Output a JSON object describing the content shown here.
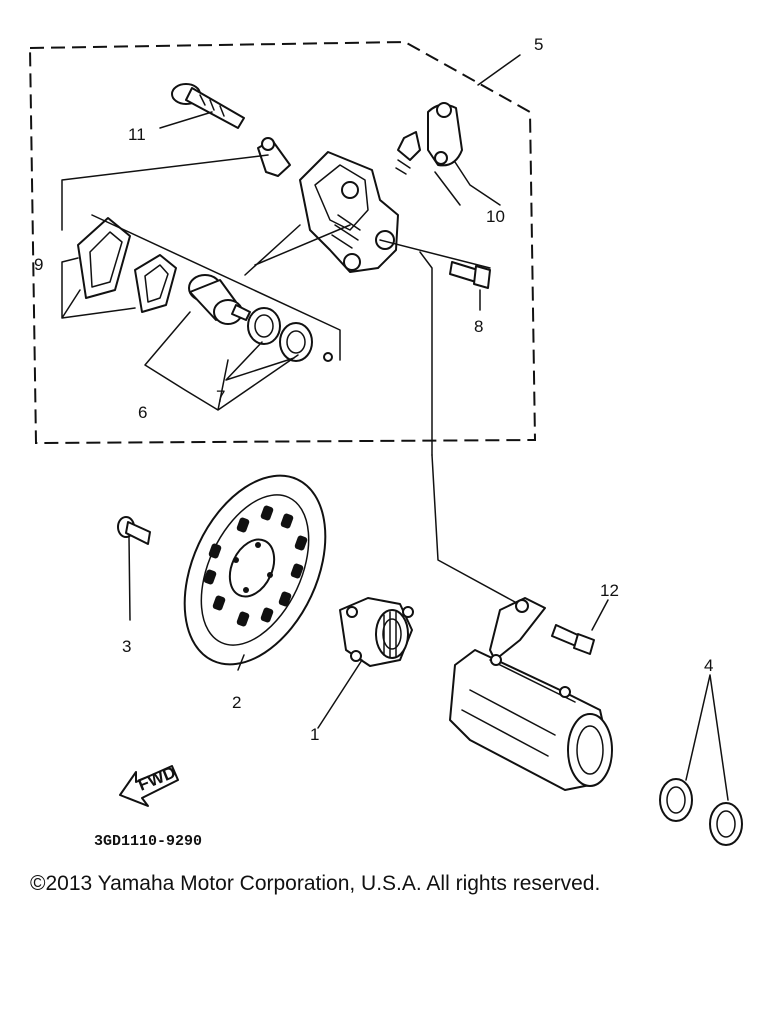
{
  "diagram": {
    "callouts": [
      "1",
      "2",
      "3",
      "4",
      "5",
      "6",
      "7",
      "8",
      "9",
      "10",
      "11",
      "12"
    ],
    "fwd_label": "FWD",
    "drawing_code": "3GD1110-9290"
  },
  "footer": {
    "copyright": "©2013 Yamaha Motor Corporation, U.S.A. All rights reserved."
  }
}
